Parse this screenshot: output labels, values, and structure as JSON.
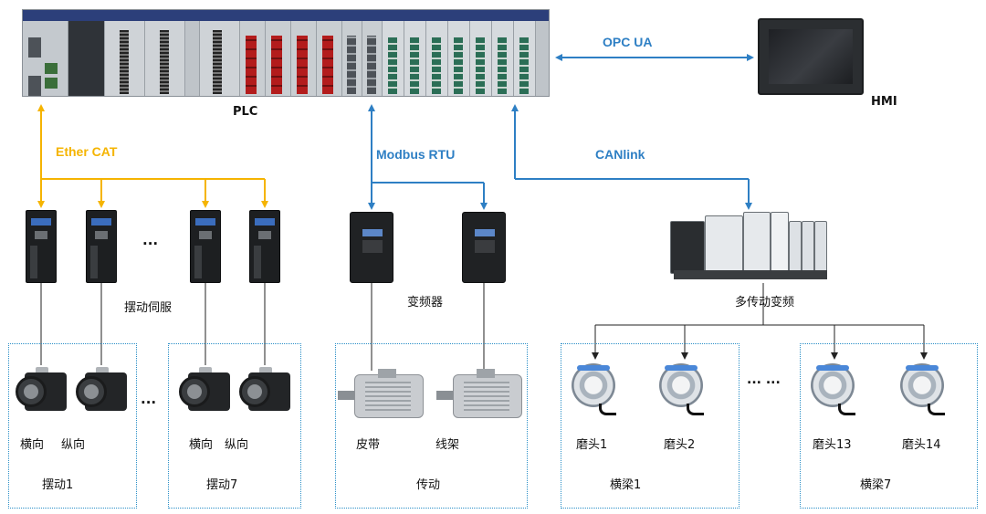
{
  "labels": {
    "plc": "PLC",
    "hmi": "HMI",
    "servo_group": "摆动伺服",
    "vfd_group": "变频器",
    "multi_drive": "多传动变频",
    "ellipsis": "...",
    "ellipsis_wide": "... ..."
  },
  "protocols": {
    "ethercat": "Ether CAT",
    "modbus": "Modbus RTU",
    "canlink": "CANlink",
    "opcua": "OPC UA"
  },
  "groups": {
    "swing1": {
      "title": "摆动1",
      "m1": "横向",
      "m2": "纵向"
    },
    "swing7": {
      "title": "摆动7",
      "m1": "横向",
      "m2": "纵向"
    },
    "drive": {
      "title": "传动",
      "m1": "皮带",
      "m2": "线架"
    },
    "beam1": {
      "title": "横梁1",
      "m1": "磨头1",
      "m2": "磨头2"
    },
    "beam7": {
      "title": "横梁7",
      "m1": "磨头13",
      "m2": "磨头14"
    }
  },
  "colors": {
    "ethercat": "#f5b400",
    "modbus": "#2e7fc4",
    "canlink": "#2e7fc4",
    "opcua": "#2e7fc4",
    "box_border": "#2a8fc7",
    "motor_wire": "#222222"
  }
}
